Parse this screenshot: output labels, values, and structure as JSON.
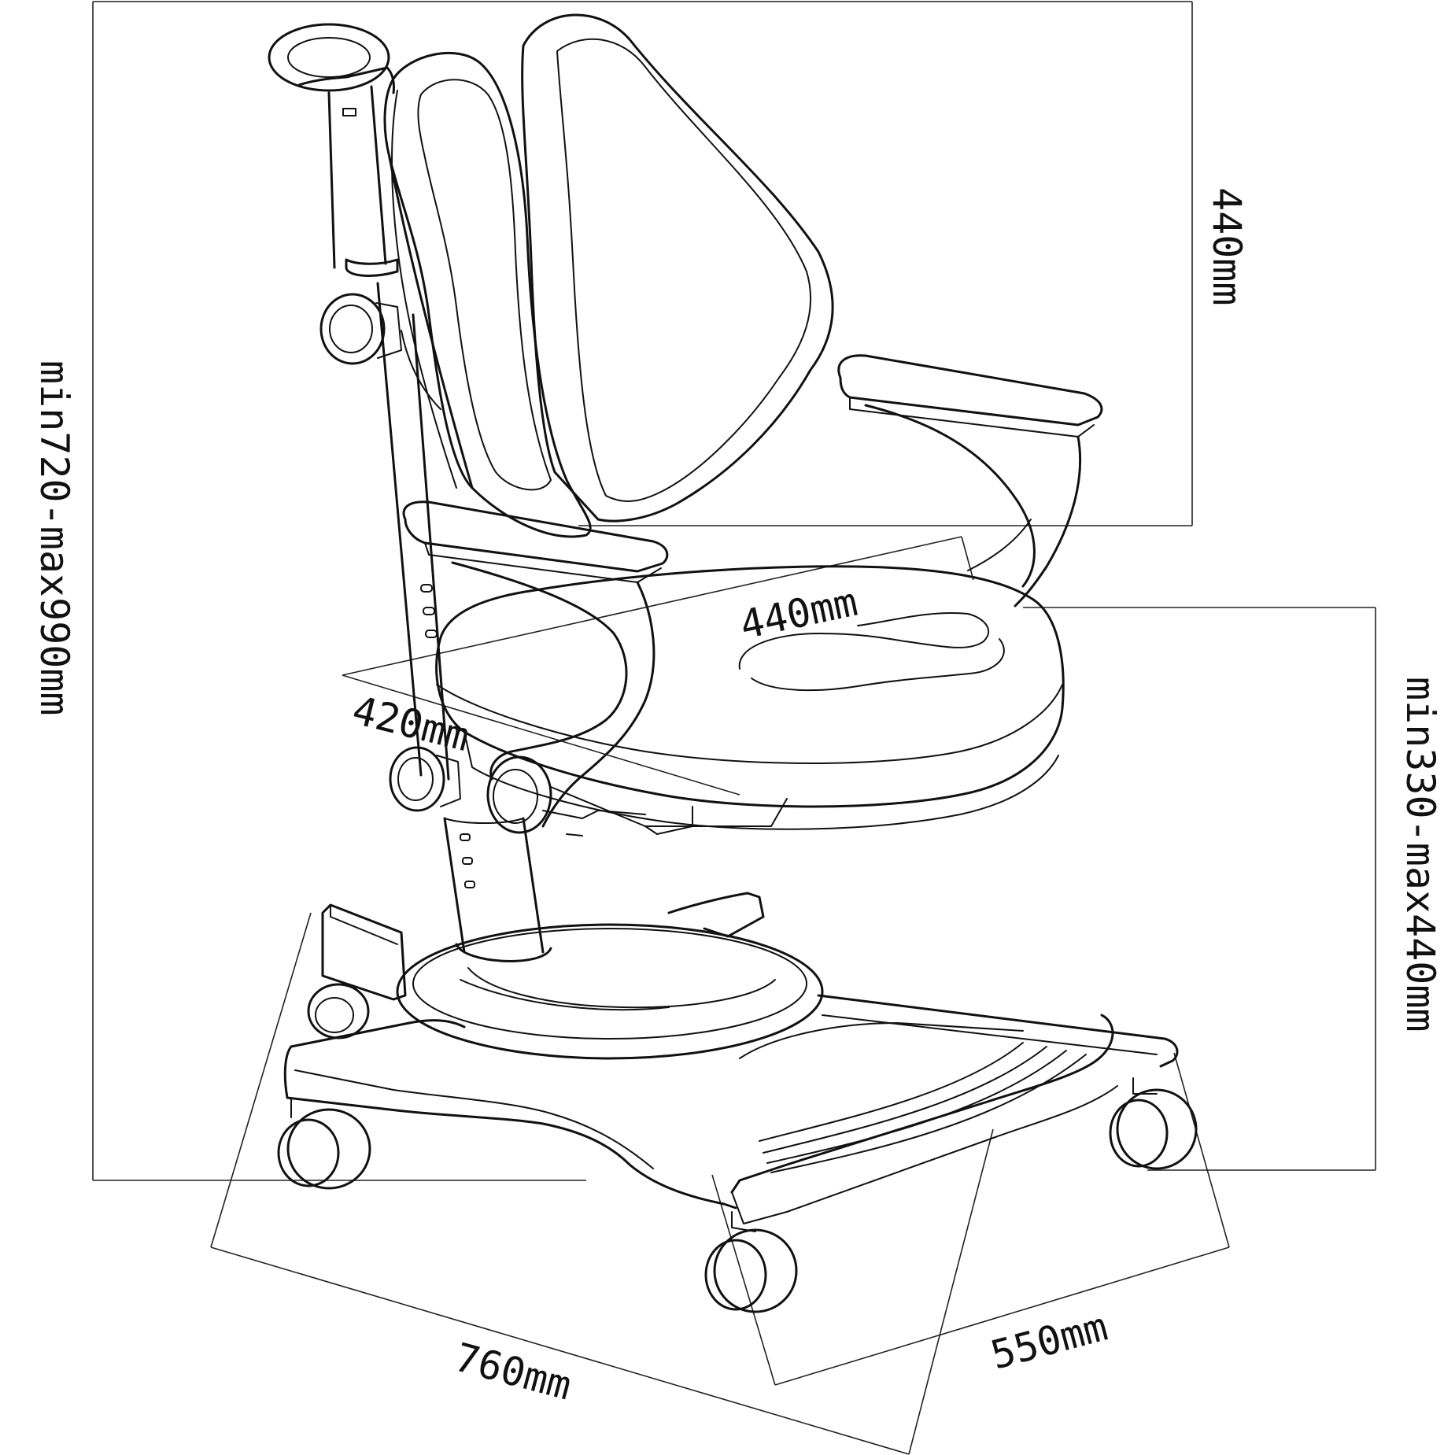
{
  "dimensions": {
    "backrest_height": "440mm",
    "total_height": "min720-max990mm",
    "seat_depth": "440mm",
    "seat_width": "420mm",
    "seat_height": "min330-max440mm",
    "base_length": "760mm",
    "base_width": "550mm"
  }
}
